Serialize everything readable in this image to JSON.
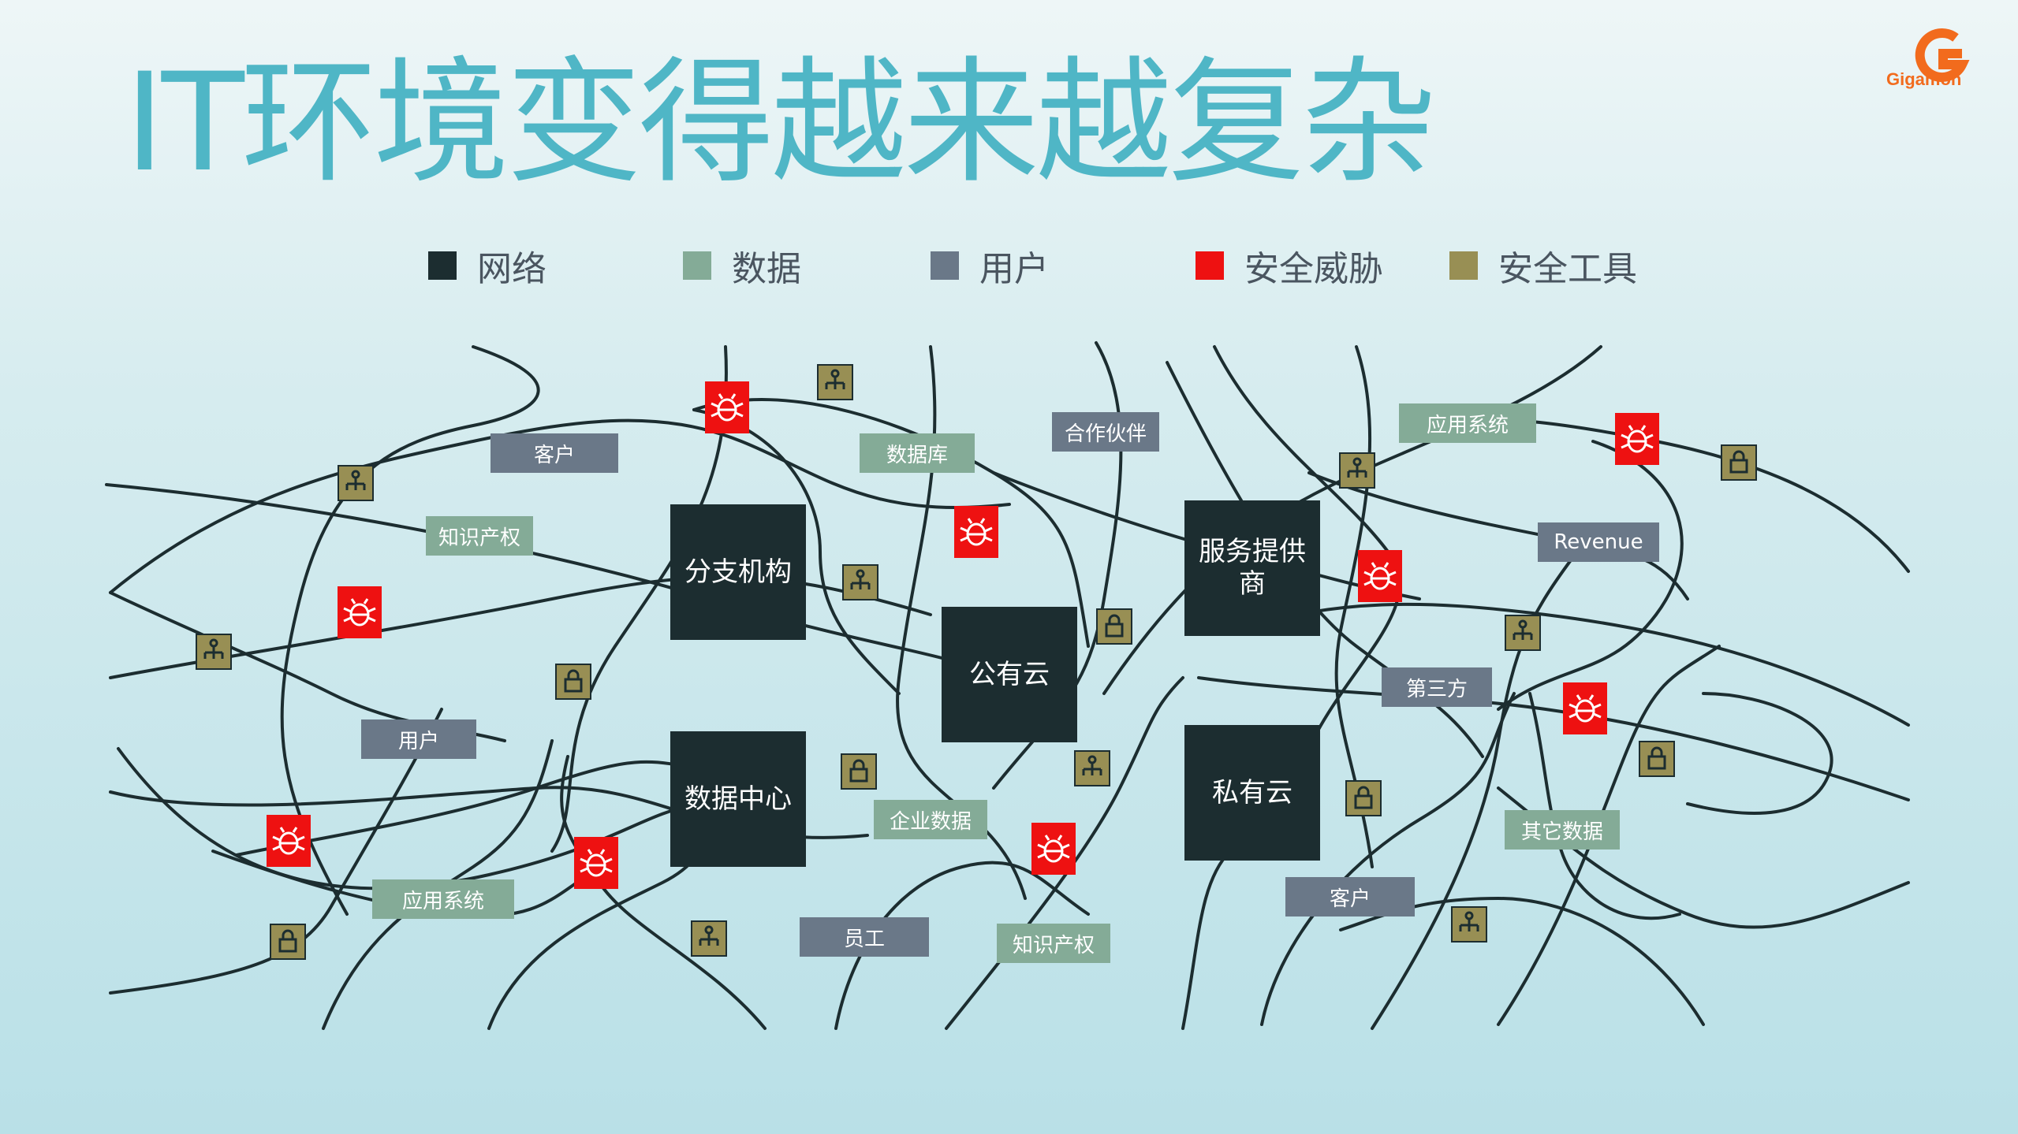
{
  "title": "IT环境变得越来越复杂",
  "logo": {
    "text": "Gigamon"
  },
  "legend": [
    {
      "label": "网络",
      "color": "#1c2d30"
    },
    {
      "label": "数据",
      "color": "#84ab97"
    },
    {
      "label": "用户",
      "color": "#6a7888"
    },
    {
      "label": "安全威胁",
      "color": "#ee1111"
    },
    {
      "label": "安全工具",
      "color": "#988f54"
    }
  ],
  "hubs": {
    "branch": "分支机构",
    "public_cloud": "公有云",
    "service_provider": "服务提供商",
    "data_center": "数据中心",
    "private_cloud": "私有云"
  },
  "data_labels": {
    "database": "数据库",
    "ip_left": "知识产权",
    "app_top": "应用系统",
    "enterprise": "企业数据",
    "other": "其它数据",
    "app_bottom": "应用系统",
    "ip_bottom": "知识产权"
  },
  "user_labels": {
    "customer_top": "客户",
    "partner": "合作伙伴",
    "revenue": "Revenue",
    "third_party": "第三方",
    "user": "用户",
    "employee": "员工",
    "customer_bottom": "客户"
  },
  "icons": {
    "threat": "bug-icon",
    "tool_lock": "lock-icon",
    "tool_network": "network-icon"
  }
}
